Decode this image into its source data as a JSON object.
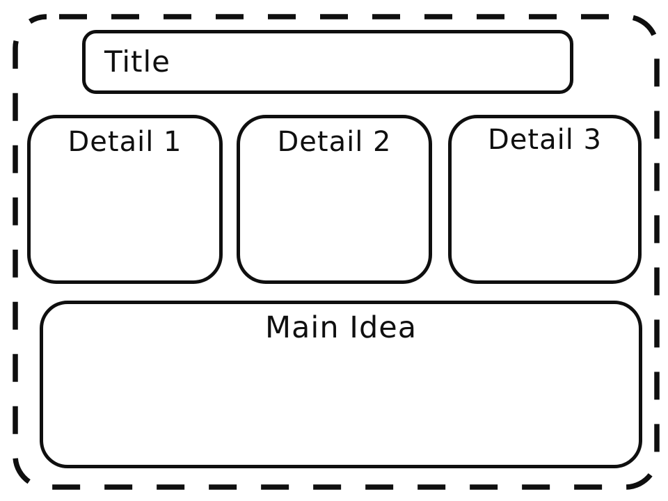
{
  "theme": {
    "ink": "#0f0f0f",
    "paper": "#ffffff"
  },
  "organizer": {
    "title_box": {
      "label": "Title"
    },
    "detail_boxes": [
      {
        "label": "Detail 1"
      },
      {
        "label": "Detail 2"
      },
      {
        "label": "Detail 3"
      }
    ],
    "main_idea_box": {
      "label": "Main Idea"
    }
  }
}
